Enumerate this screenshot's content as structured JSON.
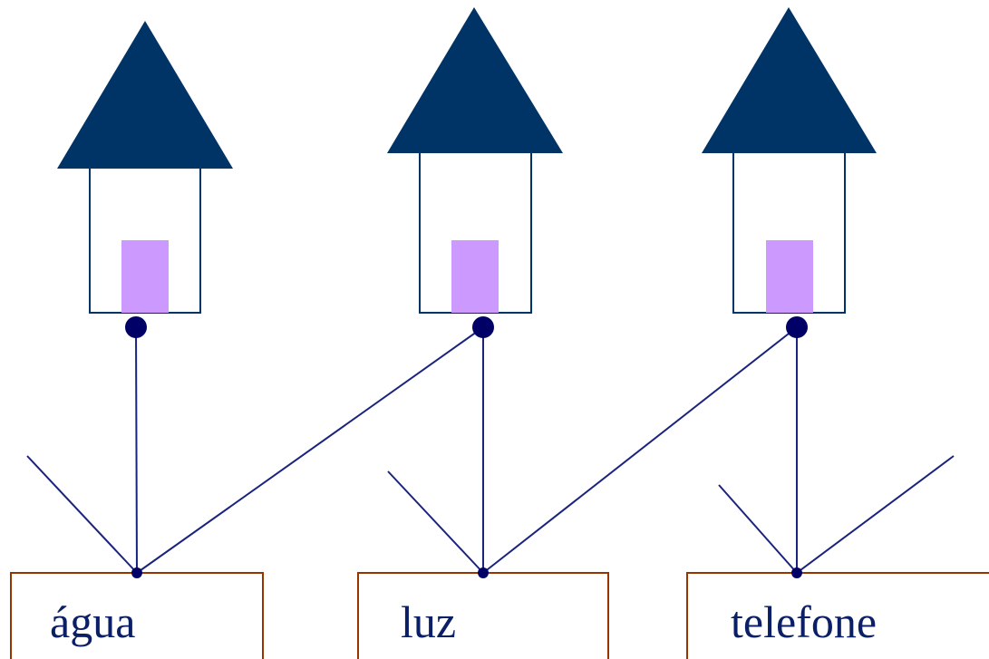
{
  "colors": {
    "roof": "#003366",
    "house_outline": "#003366",
    "door": "#cc99ff",
    "wire": "#1a237e",
    "node": "#000066",
    "utility_box_border": "#993300",
    "label_text": "#0b1f66",
    "background": "#ffffff"
  },
  "houses": [
    {
      "name": "house-1"
    },
    {
      "name": "house-2"
    },
    {
      "name": "house-3"
    }
  ],
  "utilities": [
    {
      "label": "água"
    },
    {
      "label": "luz"
    },
    {
      "label": "telefone"
    }
  ],
  "connections": [
    {
      "utility": 0,
      "house": 0
    },
    {
      "utility": 0,
      "house": 1
    },
    {
      "utility": 1,
      "house": 1
    },
    {
      "utility": 1,
      "house": 2
    },
    {
      "utility": 2,
      "house": 2
    }
  ]
}
